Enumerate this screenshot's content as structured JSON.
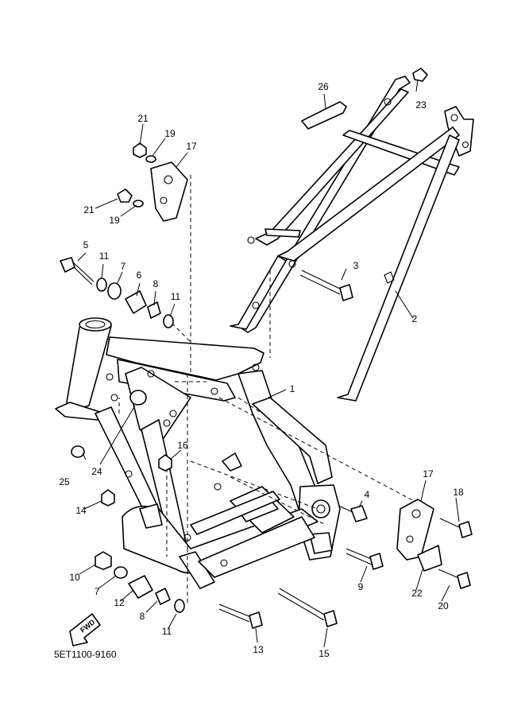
{
  "diagram": {
    "code": "5ET1100-9160",
    "fwd_label": "FWD",
    "callouts": [
      {
        "id": "c1",
        "label": "1"
      },
      {
        "id": "c2",
        "label": "2"
      },
      {
        "id": "c3",
        "label": "3"
      },
      {
        "id": "c4",
        "label": "4"
      },
      {
        "id": "c5",
        "label": "5"
      },
      {
        "id": "c6",
        "label": "6"
      },
      {
        "id": "c7a",
        "label": "7"
      },
      {
        "id": "c7b",
        "label": "7"
      },
      {
        "id": "c8a",
        "label": "8"
      },
      {
        "id": "c8b",
        "label": "8"
      },
      {
        "id": "c9",
        "label": "9"
      },
      {
        "id": "c10",
        "label": "10"
      },
      {
        "id": "c11a",
        "label": "11"
      },
      {
        "id": "c11b",
        "label": "11"
      },
      {
        "id": "c11c",
        "label": "11"
      },
      {
        "id": "c12",
        "label": "12"
      },
      {
        "id": "c13",
        "label": "13"
      },
      {
        "id": "c14",
        "label": "14"
      },
      {
        "id": "c15",
        "label": "15"
      },
      {
        "id": "c16",
        "label": "16"
      },
      {
        "id": "c17a",
        "label": "17"
      },
      {
        "id": "c17b",
        "label": "17"
      },
      {
        "id": "c18",
        "label": "18"
      },
      {
        "id": "c19a",
        "label": "19"
      },
      {
        "id": "c19b",
        "label": "19"
      },
      {
        "id": "c20",
        "label": "20"
      },
      {
        "id": "c21a",
        "label": "21"
      },
      {
        "id": "c21b",
        "label": "21"
      },
      {
        "id": "c22",
        "label": "22"
      },
      {
        "id": "c23",
        "label": "23"
      },
      {
        "id": "c24",
        "label": "24"
      },
      {
        "id": "c25",
        "label": "25"
      },
      {
        "id": "c26",
        "label": "26"
      }
    ]
  }
}
